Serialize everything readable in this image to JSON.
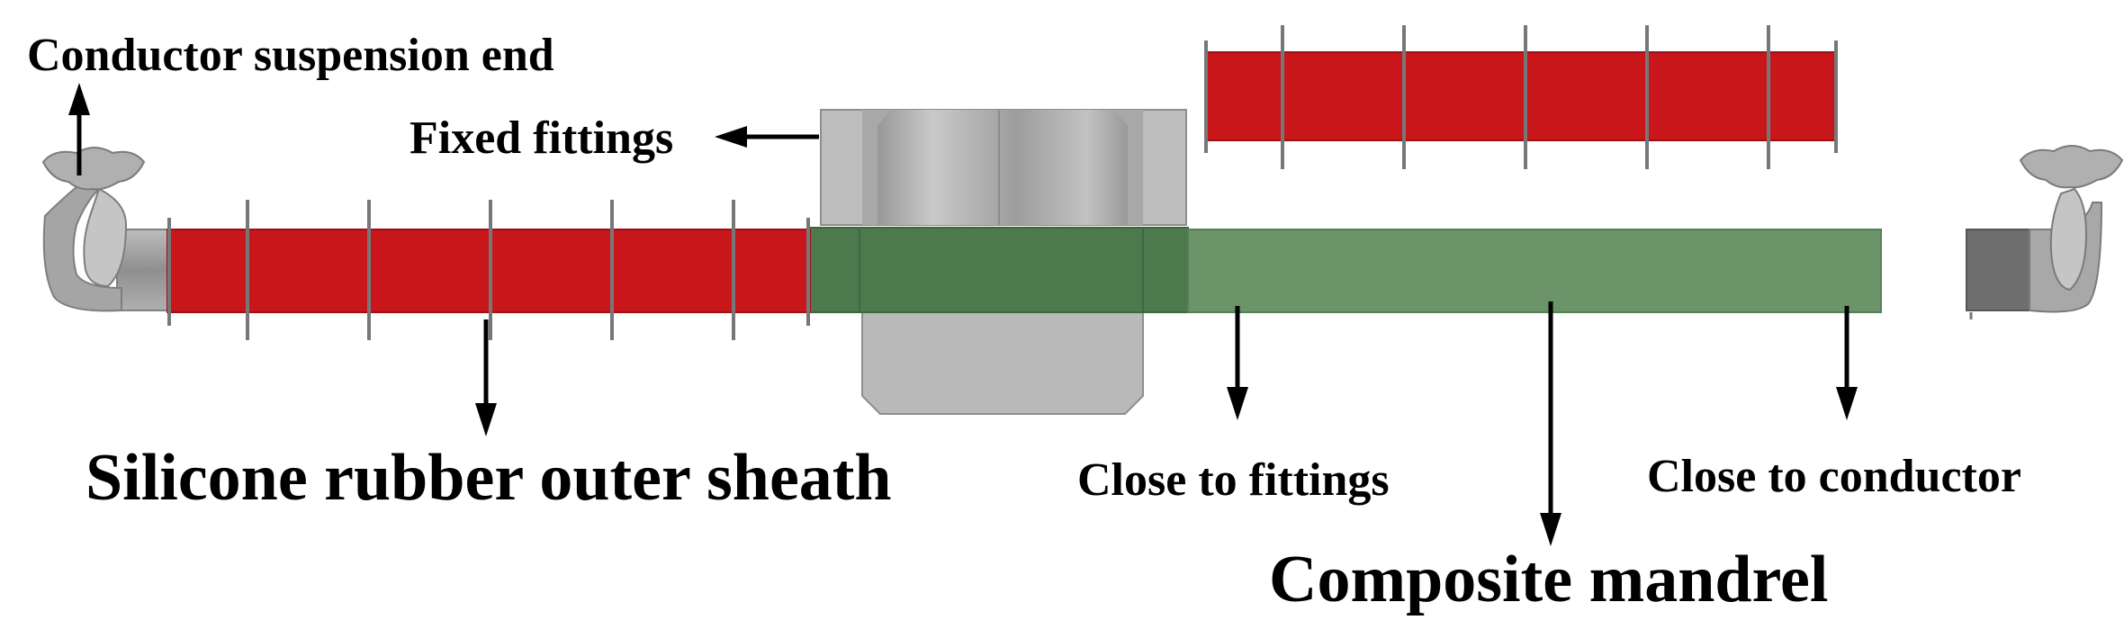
{
  "labels": {
    "conductor_end": "Conductor suspension end",
    "fixed_fittings": "Fixed fittings",
    "sheath": "Silicone rubber outer sheath",
    "close_fittings": "Close to fittings",
    "close_conductor": "Close to conductor",
    "mandrel": "Composite mandrel"
  },
  "colors": {
    "sheath_red": "#c8161b",
    "shed_gray": "#777777",
    "mandrel_green": "#6b9469",
    "mandrel_dark_green": "#4c7a4d",
    "fitting_gray": "#b8b8b8",
    "metal_gray": "#9a9a9a",
    "arrow": "#000000"
  }
}
